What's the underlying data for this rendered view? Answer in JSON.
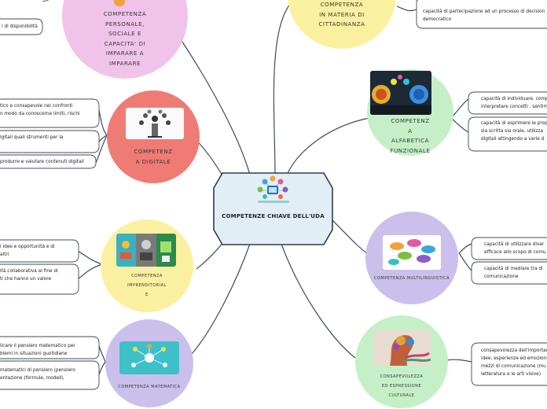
{
  "center": {
    "title": "COMPETENZE CHIAVE DELL'UDA"
  },
  "nodes": {
    "personale": {
      "label": [
        "COMPETENZA",
        "PERSONALE,",
        "SOCIALE E",
        "CAPACITA' DI",
        "IMPARARE A",
        "IMPARARE"
      ]
    },
    "cittadinanza": {
      "label": [
        "COMPETENZA",
        "IN MATERIA DI",
        "CITTADINANZA"
      ]
    },
    "digitale": {
      "label": [
        "COMPETENZ",
        "A DIGITALE"
      ]
    },
    "alfabetica": {
      "label": [
        "COMPETENZ",
        "A",
        "ALFABETICA",
        "FUNZIONALE"
      ]
    },
    "imprenditoriale": {
      "label": [
        "COMPETENZA",
        "IMPRENDITORIAL",
        "E"
      ]
    },
    "multilinguistica": {
      "label": [
        "COMPETENZA MULTILINGUISTICA"
      ]
    },
    "matematica": {
      "label": [
        "COMPETENZA MATEMATICA"
      ]
    },
    "culturale": {
      "label": [
        "CONSAPEVOLEZZA",
        "ED ESPRESSIONE",
        "CULTURALE"
      ]
    }
  },
  "notes": {
    "personale_1": [
      "i di disponibilità"
    ],
    "cittadinanza_1": [
      "capacità di partecipazione ad un processo di decision",
      "democratico"
    ],
    "digitale_1": [
      "tico e consapevole nei confronti",
      "n modo da conoscerne limiti, rischi"
    ],
    "digitale_2": [
      "igitali quali strumenti per la"
    ],
    "digitale_3": [
      "produrre e valutare contenuti digitali"
    ],
    "alfabetica_1": [
      "capacità di individuare, comp",
      "interpretare concetti , sentim"
    ],
    "alfabetica_2": [
      "capacità di esprimere le prop",
      "sia scritta sia orale, utilizza",
      "digitali attingendo a varie d"
    ],
    "imprenditoriale_1": [
      "i idee e opportunità e di",
      "altri"
    ],
    "imprenditoriale_2": [
      "ità collaborativa al fine di",
      "ti che hanno un valore"
    ],
    "multilinguistica_1": [
      "capacità di utilizzare diver",
      "efficace allo scopo di comu"
    ],
    "multilinguistica_2": [
      "capacità di mediare tra di",
      "comunicazione"
    ],
    "matematica_1": [
      "licare il pensiero matematico per",
      "blemi in situazioni quotidiane"
    ],
    "matematica_2": [
      "matematici di pensiero (pensiero",
      "entazione (formule, modelli,"
    ],
    "culturale_1": [
      "consapevolezza dell'importanz",
      "idee, esperienze ed emozioni",
      "mezzi di comunicazione (mu",
      "letteratura e le arti visive)"
    ]
  },
  "colors": {
    "personale": "#f0c4ea",
    "cittadinanza": "#fbf0a0",
    "digitale": "#ef7c74",
    "alfabetica": "#c5f0c7",
    "imprenditoriale": "#fbf0a0",
    "multilinguistica": "#cbc0ec",
    "matematica": "#cbc0ec",
    "culturale": "#c5f0c7",
    "center": "#e2eef6",
    "line": "#3f4a5a"
  }
}
